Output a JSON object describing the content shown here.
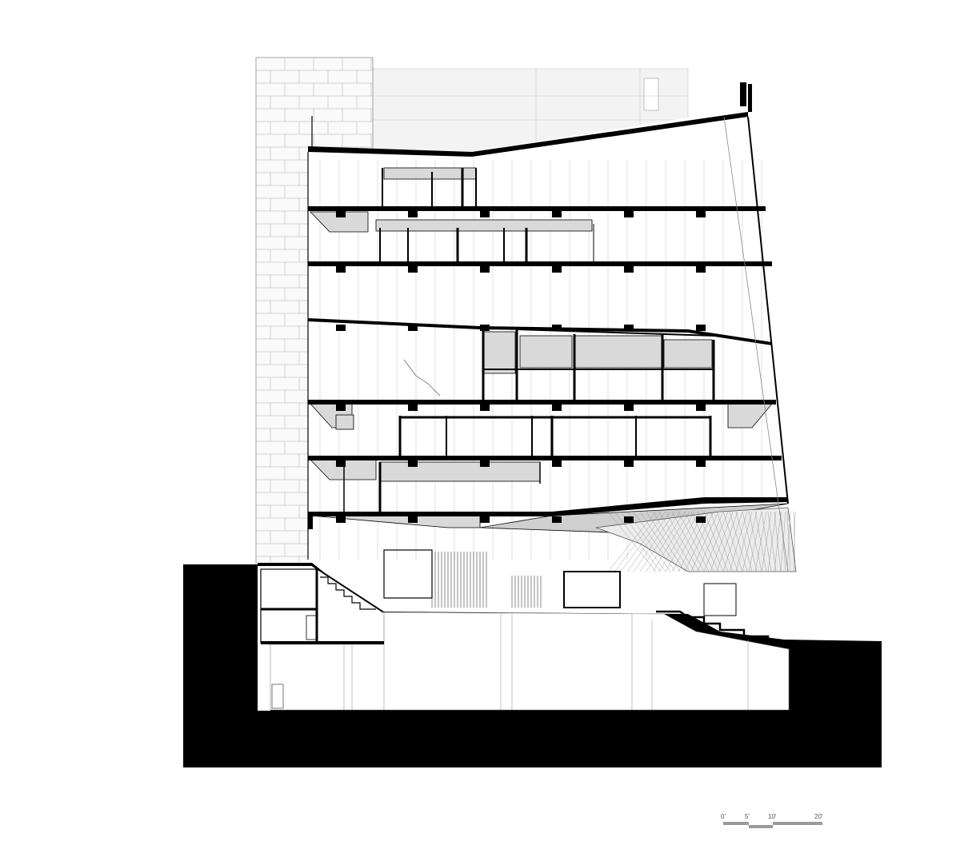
{
  "drawing": {
    "colors": {
      "background": "#ffffff",
      "cut": "#000000",
      "fill": "#d9d9d9",
      "line": "#7a7a7a",
      "faint": "#bdbdbd",
      "scalebar": "#9a9a9a"
    }
  },
  "scale_bar": {
    "labels": [
      "0'",
      "5'",
      "10'",
      "20'"
    ]
  }
}
